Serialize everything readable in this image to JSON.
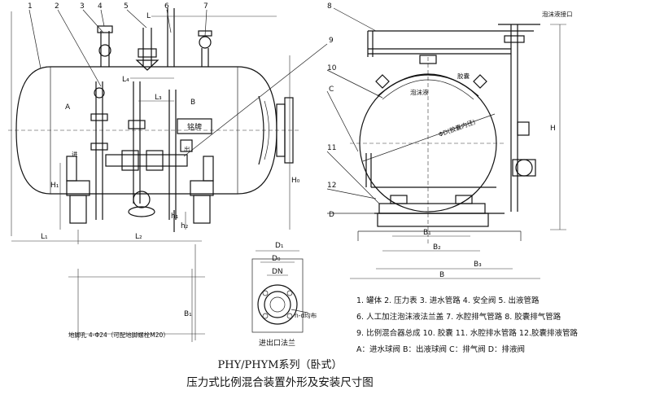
{
  "title": {
    "line1": "PHY/PHYM系列（卧式）",
    "line2": "压力式比例混合装置外形及安装尺寸图"
  },
  "callouts": {
    "c1": "1",
    "c2": "2",
    "c3": "3",
    "c4": "4",
    "c5": "5",
    "c6": "6",
    "c7": "7",
    "c8": "8",
    "c9": "9",
    "c10": "10",
    "c11": "11",
    "c12": "12",
    "A": "A",
    "B": "B",
    "C": "C",
    "D": "D"
  },
  "dims": {
    "L": "L",
    "L1": "L₁",
    "L2": "L₂",
    "L3": "L₃",
    "L4": "L₄",
    "H": "H",
    "H1": "H₁",
    "H0": "H₀",
    "h1": "h₁",
    "h2": "h₂",
    "B1": "B₁",
    "B2": "B₂",
    "B3": "B₃",
    "B": "B",
    "B1v": "B₁",
    "D1": "D₁",
    "D0": "D₀",
    "DN": "DN",
    "nd": "n-d均布",
    "phiD": "ΦD(胶囊内径)"
  },
  "labels": {
    "nameplate": "铭牌",
    "foam_outlet": "泡沫液接口",
    "bladder": "胶囊",
    "foam_liquid": "泡沫液",
    "anchor_bolt": "地脚孔 4-Φ24（可配地脚螺栓M20）",
    "flange_caption": "进出口法兰",
    "inlet_label": "进",
    "outlet_label": "出"
  },
  "legend": [
    "1.  罐体   2.  压力表   3.  进水管路   4.  安全阀   5. 出液管路",
    "6.  人工加注泡沫液法兰盖   7.  水腔排气管路   8.  胶囊排气管路",
    "9.  比例混合器总成   10.  胶囊   11.  水腔排水管路   12.胶囊排液管路",
    "A：进水球阀   B：出液球阀   C：排气阀   D：排液阀"
  ]
}
